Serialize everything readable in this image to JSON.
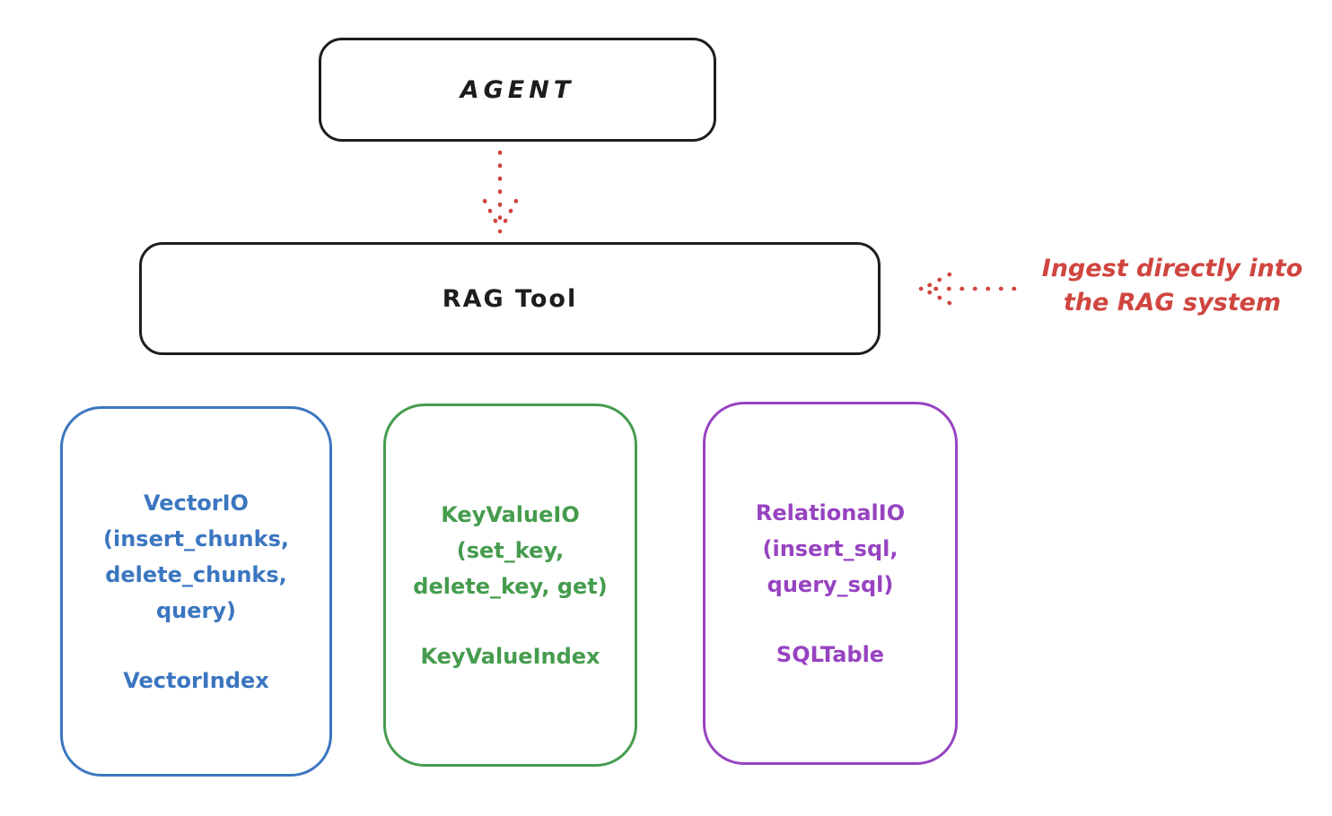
{
  "agent": {
    "label": "AGENT"
  },
  "rag_tool": {
    "label": "RAG Tool"
  },
  "annotation": {
    "line1": "Ingest directly into",
    "line2": "the RAG system",
    "color": "#d0453f"
  },
  "arrows": {
    "color": "#d0453f",
    "agent_to_rag": "dotted-down-arrow",
    "annotation_to_rag": "dotted-left-arrow"
  },
  "colors": {
    "outline_black": "#1d1d1d",
    "vector_blue": "#3b76c0",
    "keyvalue_green": "#459c4d",
    "relational_purple": "#9743c1"
  },
  "io_boxes": [
    {
      "name": "vector-io",
      "color": "#3b76c0",
      "body": "VectorIO\n(insert_chunks,\ndelete_chunks,\nquery)",
      "footer": "VectorIndex"
    },
    {
      "name": "keyvalue-io",
      "color": "#459c4d",
      "body": "KeyValueIO\n(set_key,\ndelete_key, get)",
      "footer": "KeyValueIndex"
    },
    {
      "name": "relational-io",
      "color": "#9743c1",
      "body": "RelationalIO\n(insert_sql,\nquery_sql)",
      "footer": "SQLTable"
    }
  ]
}
